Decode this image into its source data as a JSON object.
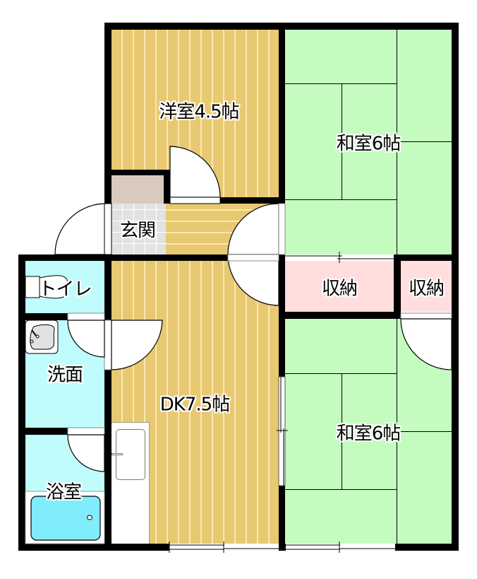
{
  "floorplan": {
    "rooms": {
      "western_room": {
        "label": "洋室4.5帖",
        "type": "洋室",
        "size": "4.5帖"
      },
      "japanese_room_upper": {
        "label": "和室6帖",
        "type": "和室",
        "size": "6帖"
      },
      "japanese_room_lower": {
        "label": "和室6帖",
        "type": "和室",
        "size": "6帖"
      },
      "dining_kitchen": {
        "label": "DK7.5帖",
        "type": "DK",
        "size": "7.5帖"
      },
      "entrance": {
        "label": "玄関"
      },
      "toilet": {
        "label": "トイレ"
      },
      "washroom": {
        "label": "洗面"
      },
      "bathroom": {
        "label": "浴室"
      },
      "closet_large": {
        "label": "収納"
      },
      "closet_small": {
        "label": "収納"
      }
    },
    "colors": {
      "wood_floor": "#e8c972",
      "wood_stripe": "#fbe7b0",
      "tatami": "#c4fcc0",
      "closet": "#ffdedd",
      "wet_area": "#c0fcfc",
      "entrance_tile": "#e2e2e2",
      "shoe_box": "#d8cbbd",
      "bathtub_water": "#80ecfc",
      "wall": "#000000"
    }
  }
}
